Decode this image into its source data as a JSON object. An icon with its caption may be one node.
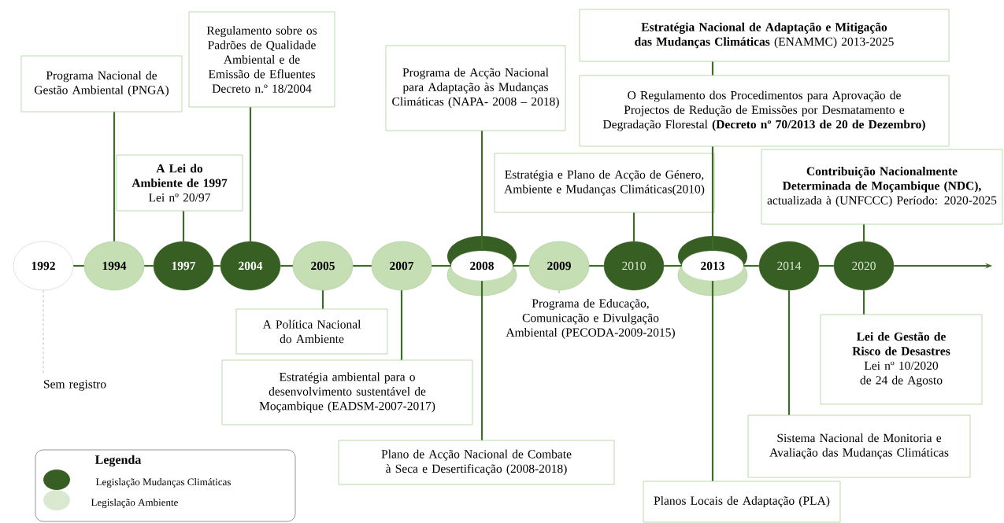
{
  "diagram": {
    "nodes": [
      {
        "text": [
          "1992"
        ]
      },
      {
        "text": [
          "1994"
        ]
      },
      {
        "text": [
          "1997"
        ]
      },
      {
        "text": [
          "2004"
        ]
      },
      {
        "text": [
          "2005"
        ]
      },
      {
        "text": [
          "2007"
        ]
      },
      {
        "text": [
          "2008"
        ]
      },
      {
        "text": [
          "2009"
        ]
      },
      {
        "text": [
          "2010"
        ]
      },
      {
        "text": [
          "2013"
        ]
      },
      {
        "text": [
          "2014"
        ]
      },
      {
        "text": [
          "2020"
        ]
      },
      {
        "text": [
          "Programa Nacional de Gestão Ambiental (PNGA)"
        ]
      },
      {
        "text": [
          "A Lei do Ambiente de 1997",
          "Lei nº 20/97"
        ]
      },
      {
        "text": [
          "Regulamento sobre os Padrões de Qualidade Ambiental e de Emissão de Efluentes",
          "Decreto n.º 18/2004"
        ]
      },
      {
        "text": [
          "Programa de Acção Nacional para Adaptação às Mudanças Climáticas (NAPA- 2008 – 2018)"
        ]
      },
      {
        "text": [
          "**Estratégia Nacional de Adaptação e Mitigação das Mudanças Climáticas** (ENAMMC) 2013-2025"
        ]
      },
      {
        "text": [
          "O Regulamento dos Procedimentos para Aprovação de Projectos de Redução de Emissões por Desmatamento e Degradação Florestal **(Decreto nº 70/2013 de 20 de Dezembro)**"
        ]
      },
      {
        "text": [
          "Estratégia e Plano de Acção de Género, Ambiente e Mudanças Climáticas(2010)"
        ]
      },
      {
        "text": [
          "Contribuição Nacionalmente Determinada de Moçambique (NDC),",
          "actualizada à (UNFCCC) Período: 2020-2025"
        ]
      },
      {
        "text": [
          "A Política Nacional do Ambiente"
        ]
      },
      {
        "text": [
          "Estratégia ambiental para o desenvolvimento sustentável de Moçambique (EADSM-2007-2017)"
        ]
      },
      {
        "text": [
          "Plano de Acção Nacional de Combate à Seca e Desertificação (2008-2018)"
        ]
      },
      {
        "text": [
          "Programa de Educação, Comunicação e Divulgação Ambiental (PECODA-2009-2015)"
        ]
      },
      {
        "text": [
          "Planos Locais de Adaptação (PLA)"
        ]
      },
      {
        "text": [
          "Sistema Nacional de Monitoria e Avaliação das Mudanças Climáticas"
        ]
      },
      {
        "text": [
          "Lei de Gestão de Risco de Desastres",
          "Lei nº 10/2020 de 24 de Agosto"
        ]
      },
      {
        "text": [
          "Sem registro"
        ]
      }
    ],
    "edges": [
      {
        "from": 0,
        "to": 1,
        "arrow": "none"
      },
      {
        "from": 1,
        "to": 2,
        "arrow": "none"
      },
      {
        "from": 2,
        "to": 3,
        "arrow": "none"
      },
      {
        "from": 3,
        "to": 4,
        "arrow": "none"
      },
      {
        "from": 4,
        "to": 5,
        "arrow": "none"
      },
      {
        "from": 5,
        "to": 6,
        "arrow": "none"
      },
      {
        "from": 6,
        "to": 7,
        "arrow": "none"
      },
      {
        "from": 7,
        "to": 8,
        "arrow": "none"
      },
      {
        "from": 8,
        "to": 9,
        "arrow": "none"
      },
      {
        "from": 9,
        "to": 10,
        "arrow": "none"
      },
      {
        "from": 10,
        "to": 11,
        "arrow": "none"
      },
      {
        "from": 11,
        "to": null,
        "arrow": "to"
      },
      {
        "from": 12,
        "to": 1,
        "arrow": "none"
      },
      {
        "from": 13,
        "to": 2,
        "arrow": "none"
      },
      {
        "from": 14,
        "to": 3,
        "arrow": "none"
      },
      {
        "from": 15,
        "to": 6,
        "arrow": "none"
      },
      {
        "from": 16,
        "to": 17,
        "arrow": "none"
      },
      {
        "from": 17,
        "to": 9,
        "arrow": "none"
      },
      {
        "from": 18,
        "to": 8,
        "arrow": "none"
      },
      {
        "from": 19,
        "to": 11,
        "arrow": "none"
      },
      {
        "from": 4,
        "to": 20,
        "arrow": "none"
      },
      {
        "from": 5,
        "to": 21,
        "arrow": "none"
      },
      {
        "from": 6,
        "to": 22,
        "arrow": "none"
      },
      {
        "from": 7,
        "to": 23,
        "arrow": "none",
        "color": "#c3d7b6"
      },
      {
        "from": 9,
        "to": 24,
        "arrow": "none"
      },
      {
        "from": 10,
        "to": 25,
        "arrow": "none"
      },
      {
        "from": 11,
        "to": 26,
        "arrow": "none"
      },
      {
        "from": 0,
        "to": 27,
        "arrow": "none",
        "style": "dashed",
        "color": "#c8c8c8"
      }
    ],
    "labels": [
      "Legenda"
    ],
    "legend": [
      {
        "text": "Legislação Mudanças Climáticas",
        "color": "#375f23"
      },
      {
        "text": "Legislação Ambiente",
        "color": "#dbe8d0"
      }
    ]
  }
}
